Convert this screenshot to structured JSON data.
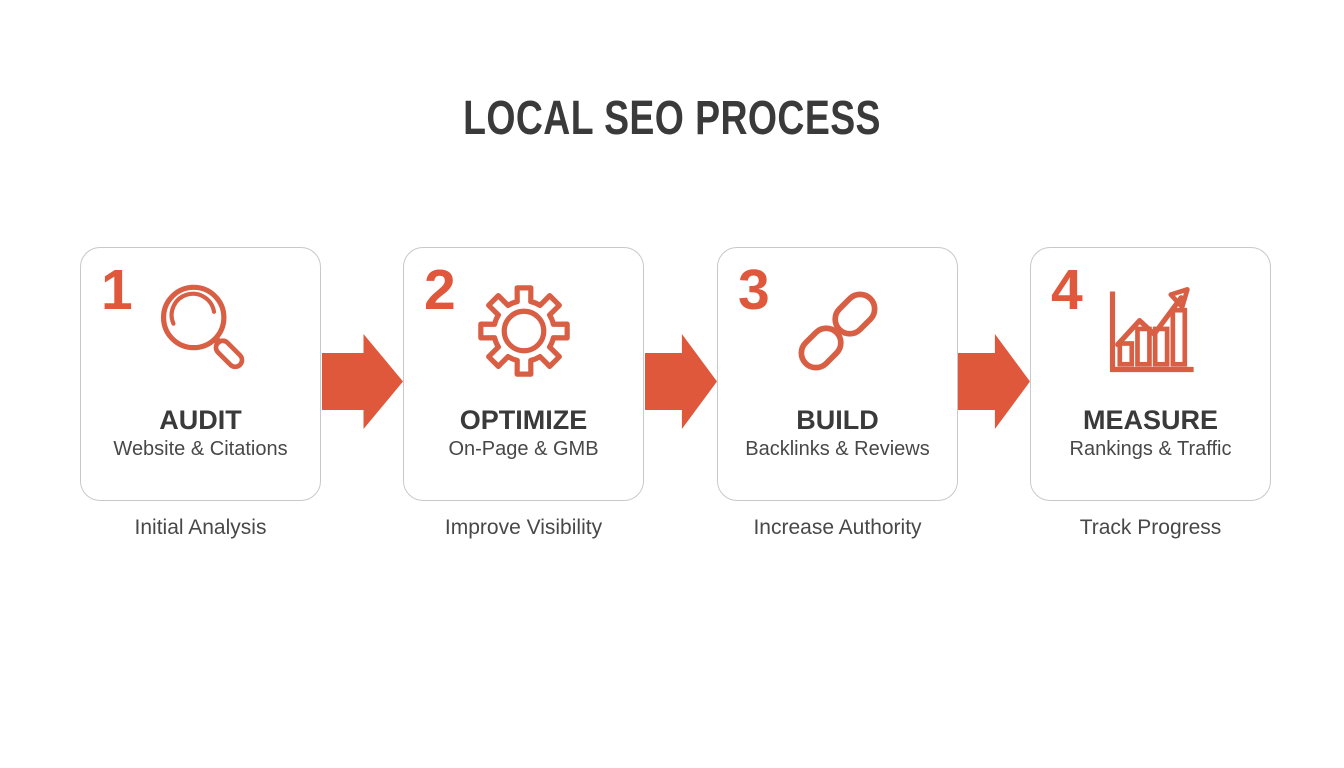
{
  "title": "LOCAL SEO PROCESS",
  "colors": {
    "accent": "#E0583B",
    "icon_stroke": "#D85F44",
    "card_border": "#C9C9C9",
    "heading_text": "#3A3A3A",
    "body_text": "#484848",
    "background": "#FFFFFF"
  },
  "arrow_icon": "arrow-right-icon",
  "steps": [
    {
      "number": "1",
      "icon": "magnifier-icon",
      "title": "AUDIT",
      "subtitle": "Website & Citations",
      "caption": "Initial Analysis"
    },
    {
      "number": "2",
      "icon": "gear-icon",
      "title": "OPTIMIZE",
      "subtitle": "On-Page & GMB",
      "caption": "Improve Visibility"
    },
    {
      "number": "3",
      "icon": "chain-link-icon",
      "title": "BUILD",
      "subtitle": "Backlinks & Reviews",
      "caption": "Increase Authority"
    },
    {
      "number": "4",
      "icon": "bar-chart-icon",
      "title": "MEASURE",
      "subtitle": "Rankings & Traffic",
      "caption": "Track Progress"
    }
  ]
}
